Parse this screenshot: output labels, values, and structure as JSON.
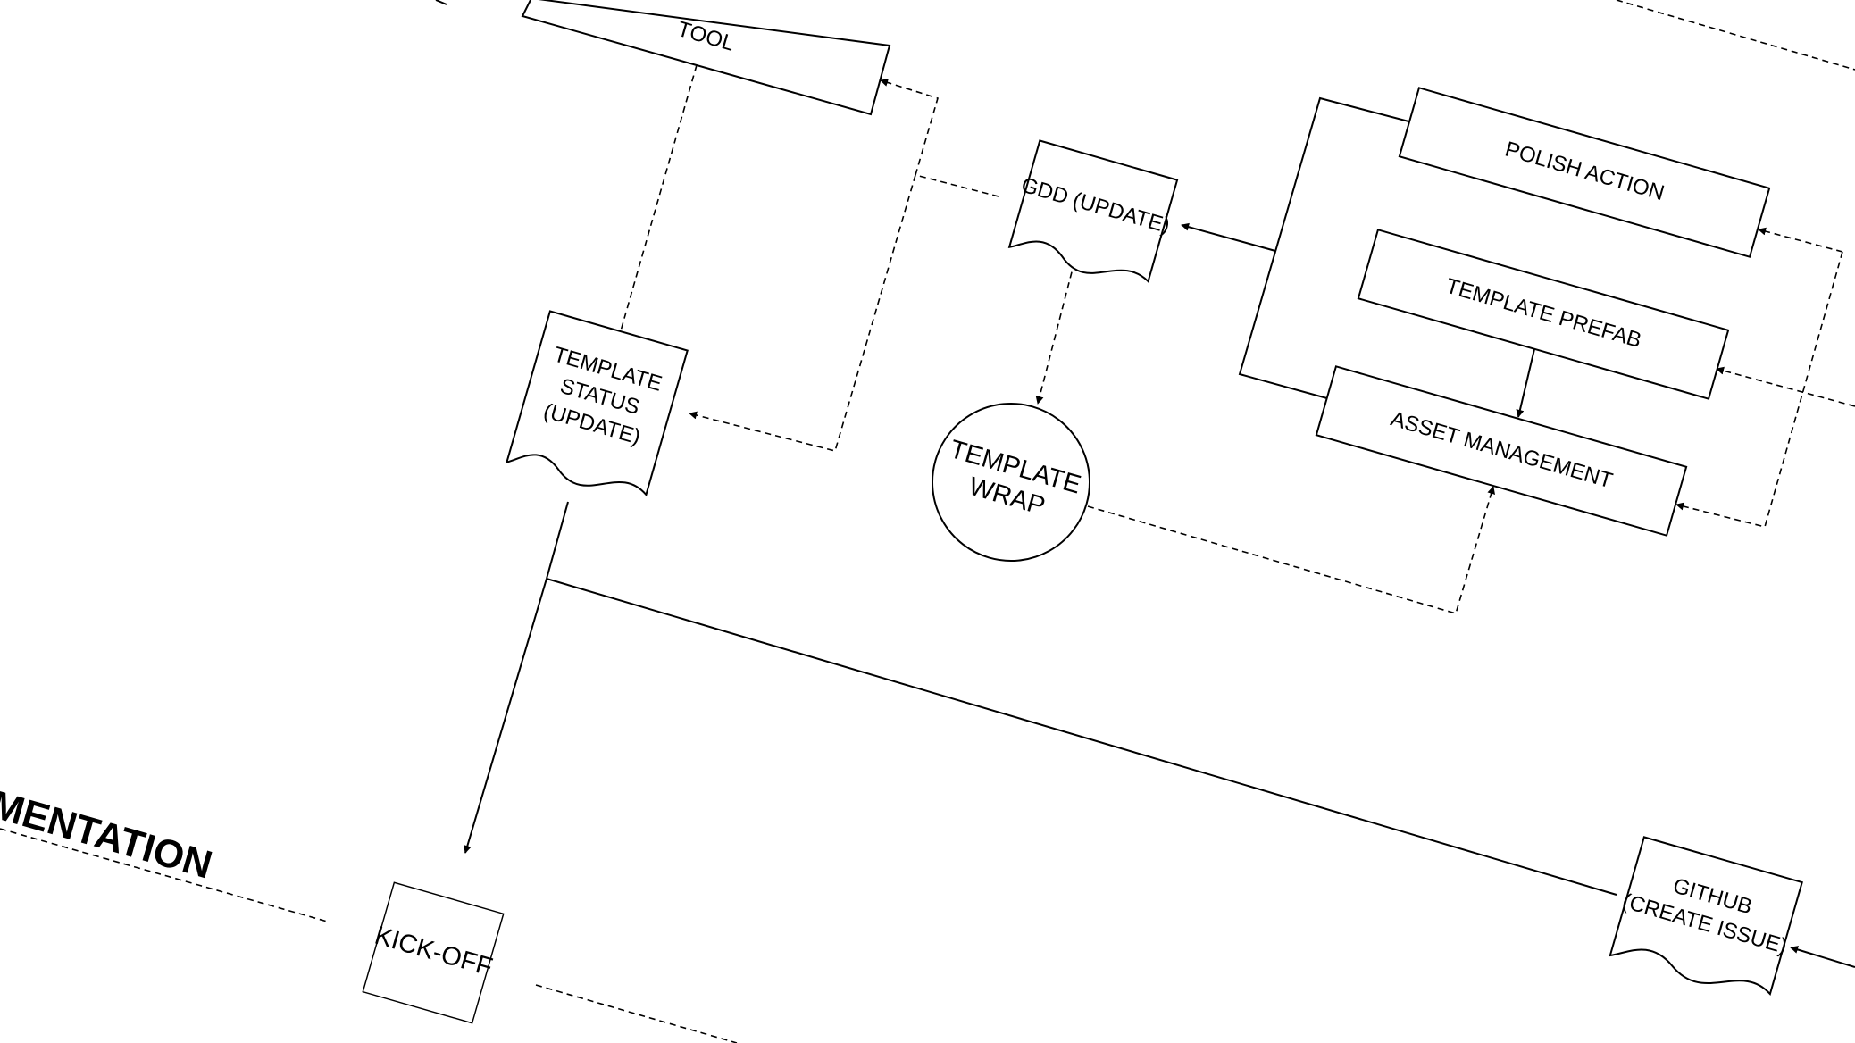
{
  "diagram": {
    "heading": "MENTATION",
    "nodes": {
      "tool": "TOOL",
      "gdd_update": "GDD (UPDATE)",
      "polish_action": "POLISH ACTION",
      "template_prefab": "TEMPLATE PREFAB",
      "asset_management": "ASSET MANAGEMENT",
      "template_status": [
        "TEMPLATE",
        "STATUS",
        "(UPDATE)"
      ],
      "template_wrap": [
        "TEMPLATE",
        "WRAP"
      ],
      "kick_off": "KICK-OFF",
      "github": [
        "GITHUB",
        "(CREATE ISSUE)"
      ]
    },
    "colors": {
      "stroke": "#000000",
      "background": "#ffffff"
    }
  }
}
